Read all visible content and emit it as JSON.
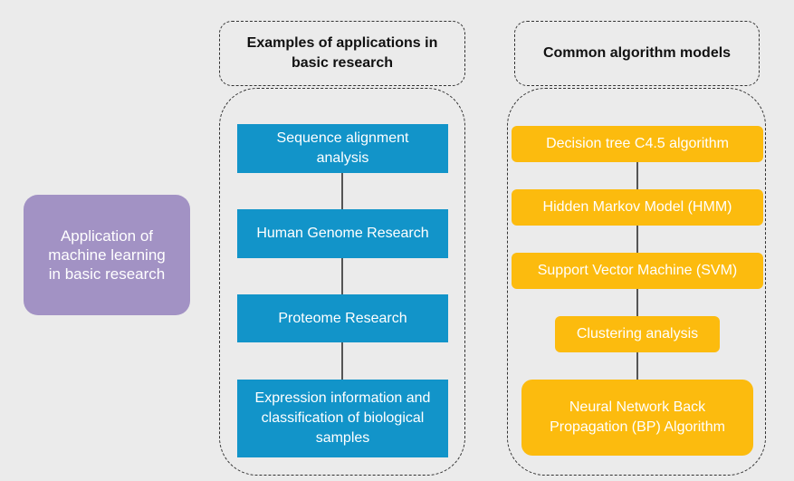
{
  "center_node": {
    "label": "Application of machine learning in basic research"
  },
  "left_column": {
    "header": "Examples of applications in basic research",
    "items": [
      "Sequence alignment analysis",
      "Human Genome Research",
      "Proteome Research",
      "Expression information and classification of biological samples"
    ]
  },
  "right_column": {
    "header": "Common algorithm models",
    "items": [
      "Decision tree C4.5 algorithm",
      "Hidden Markov Model (HMM)",
      "Support Vector Machine (SVM)",
      "Clustering analysis",
      "Neural Network Back Propagation (BP) Algorithm"
    ]
  },
  "colors": {
    "background": "#ebebeb",
    "center_node": "#a292c4",
    "left_boxes": "#1294c9",
    "right_boxes": "#fcbb0e"
  }
}
